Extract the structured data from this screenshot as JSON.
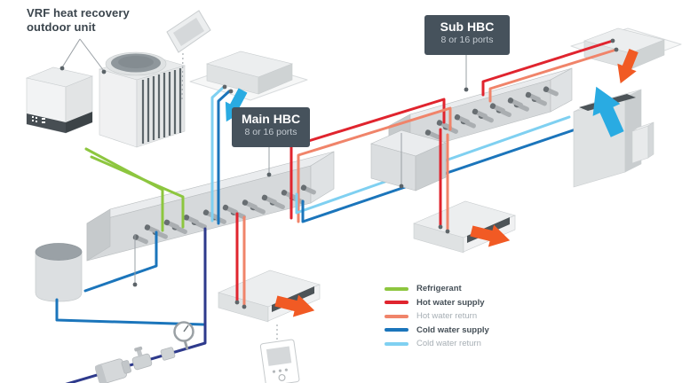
{
  "title": {
    "line1": "VRF heat recovery",
    "line2": "outdoor unit"
  },
  "labels": {
    "main_hbc": {
      "title": "Main HBC",
      "subtitle": "8 or 16 ports"
    },
    "sub_hbc": {
      "title": "Sub HBC",
      "subtitle": "8 or 16 ports"
    }
  },
  "legend": {
    "items": [
      {
        "label": "Refrigerant",
        "color": "#8dc63f"
      },
      {
        "label": "Hot water supply",
        "color": "#e0242e"
      },
      {
        "label": "Hot water return",
        "color": "#f0846a"
      },
      {
        "label": "Cold water supply",
        "color": "#1b75bb"
      },
      {
        "label": "Cold water return",
        "color": "#7fd0f1"
      }
    ]
  },
  "colors": {
    "label_box": "#46525c",
    "arrow_cool_air": "#29abe2",
    "arrow_warm_air": "#f15a24",
    "plumbing_pipe": "#2e3a8c",
    "pointer_line": "#9aa0a5"
  }
}
